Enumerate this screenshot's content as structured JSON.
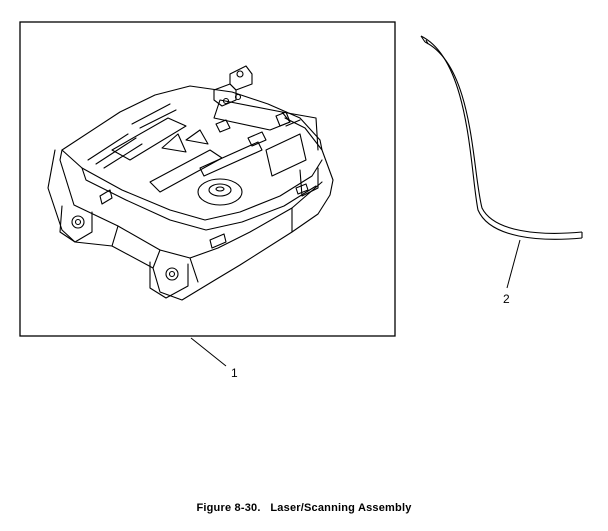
{
  "parts": [
    {
      "callout": "1"
    },
    {
      "callout": "2"
    }
  ],
  "caption": {
    "figure_number": "Figure 8-30.",
    "title": "Laser/Scanning Assembly"
  }
}
